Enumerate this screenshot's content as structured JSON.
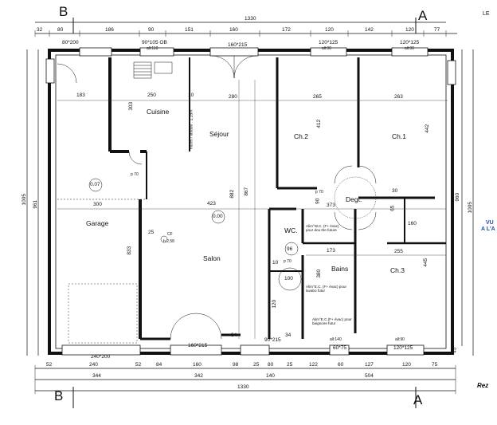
{
  "sections": {
    "b_top": "B",
    "a_top": "A",
    "b_bottom": "B",
    "a_bottom": "A"
  },
  "top_dims": {
    "total": "1330",
    "segments": [
      "32",
      "80",
      "186",
      "90",
      "151",
      "160",
      "172",
      "120",
      "142",
      "120",
      "77"
    ]
  },
  "bottom_dims": {
    "row1": [
      "52",
      "240",
      "52",
      "84",
      "160",
      "98",
      "25",
      "80",
      "25",
      "122",
      "60",
      "127",
      "120",
      "75"
    ],
    "row2": [
      "344",
      "342",
      "140",
      "504"
    ],
    "total": "1330"
  },
  "left_dims": [
    "1005",
    "961"
  ],
  "right_dims": [
    "960",
    "1005",
    "45"
  ],
  "openings": {
    "w_top_1": "80*200",
    "w_top_2": "90*105 OB",
    "w_top_2_sill": "all:110",
    "w_top_3": "160*215",
    "w_top_4": "120*125",
    "w_top_4_sill": "all:90",
    "w_top_5": "120*125",
    "w_top_5_sill": "all:90",
    "garage_door": "240*200",
    "w_bottom_1": "160*215",
    "w_bottom_2": "90*215",
    "w_bottom_3": "60*75",
    "w_bottom_3_sill": "all:140",
    "w_bottom_4": "120*125",
    "w_bottom_4_sill": "all:90",
    "door_p70": "p 70",
    "door_p70b": "p 70",
    "door_p70c": "p 70"
  },
  "rooms": {
    "cuisine": "Cuisine",
    "sejour": "Séjour",
    "ch2": "Ch.2",
    "ch1": "Ch.1",
    "garage": "Garage",
    "salon": "Salon",
    "degt": "Degt.",
    "wc": "WC.",
    "bains": "Bains",
    "ch3": "Ch.3"
  },
  "inner_dims": {
    "d183": "183",
    "d250": "250",
    "d280": "280",
    "d265": "265",
    "d263": "263",
    "d303": "303",
    "d10": "10",
    "d412": "412",
    "d442": "442",
    "d300": "300",
    "d423": "423",
    "d373": "373",
    "d882": "882",
    "d867": "867",
    "d833": "833",
    "d25": "25",
    "d30": "30",
    "d65": "65",
    "d90": "90",
    "d160": "160",
    "d173": "173",
    "d255": "255",
    "d445": "445",
    "d96": "96",
    "d100": "100",
    "d120": "120",
    "d380": "380",
    "d10b": "10",
    "d34a": "34",
    "d34b": "34",
    "h007": "0.07",
    "h000": "0.00"
  },
  "annotations": {
    "muret": "muret / lavabo : 1,15m",
    "cf": "CF",
    "cf_sub": "h 2,58",
    "wc_note": "Alim°W.C. (F+ évac) pour dou the future",
    "bath_note": "Alim°E.C. (F+ évac) pour lavabo futur",
    "bath_note2": "Alim°E.C.(F+ évac) pour baignoire futur"
  },
  "margin": {
    "le": "LE",
    "vu": "VU",
    "ala": "A L'A",
    "rez": "Rez"
  }
}
